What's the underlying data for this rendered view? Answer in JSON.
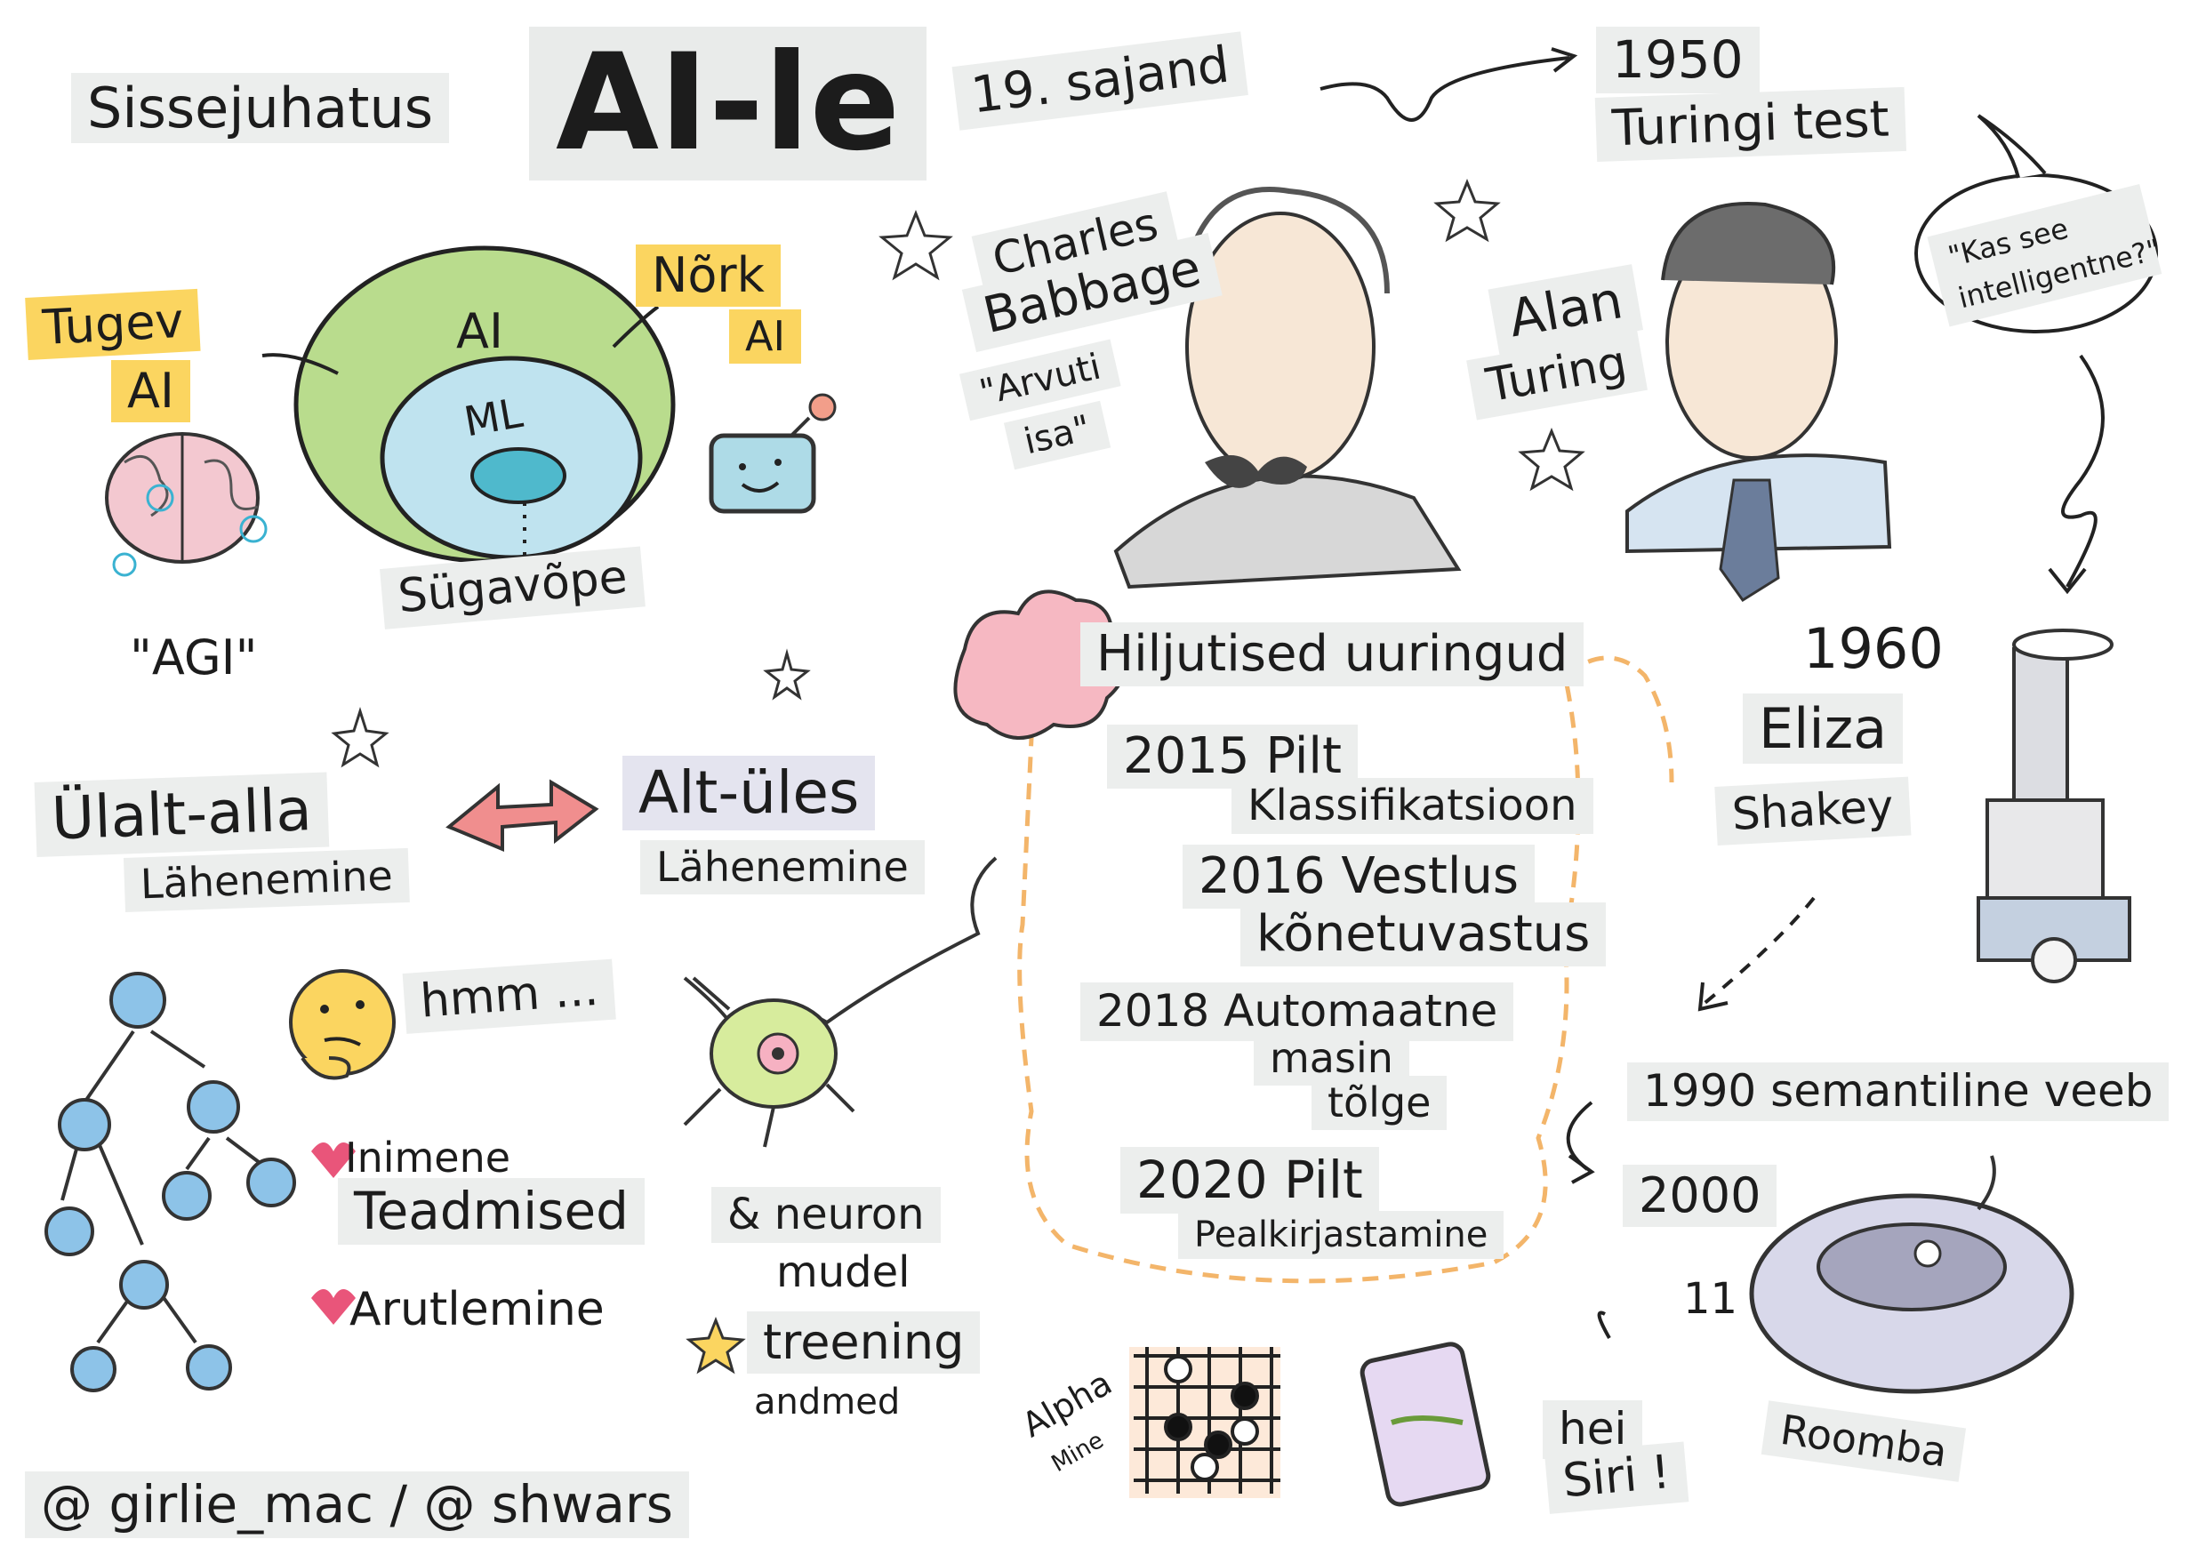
{
  "title": {
    "prefix": "Sissejuhatus",
    "main": "AI-le"
  },
  "ai_types": {
    "strong_1": "Tugev",
    "strong_2": "AI",
    "weak_1": "Nõrk",
    "weak_2": "AI",
    "agi": "\"AGI\""
  },
  "nested_circles": {
    "outer": "AI",
    "middle": "ML",
    "deep": "Sügavõpe"
  },
  "history": {
    "century": "19. sajand",
    "year_1950": "1950",
    "turing_test": "Turingi test",
    "babbage_1": "Charles",
    "babbage_2": "Babbage",
    "babbage_role_1": "\"Arvuti",
    "babbage_role_2": "isa\"",
    "turing_1": "Alan",
    "turing_2": "Turing",
    "speech": "\"Kas see intelligentne?\"",
    "year_1960": "1960",
    "eliza": "Eliza",
    "shakey": "Shakey",
    "semantic_web": "1990 semantiline veeb",
    "year_2000": "2000",
    "roomba": "Roomba",
    "year_2011": "11",
    "siri_1": "hei",
    "siri_2": "Siri !",
    "alpha_1": "Alpha",
    "alpha_2": "Mine"
  },
  "approaches": {
    "top_down_1": "Ülalt-alla",
    "top_down_2": "Lähenemine",
    "bottom_up_1": "Alt-üles",
    "bottom_up_2": "Lähenemine",
    "hmm": "hmm ...",
    "human": "Inimene",
    "knowledge": "Teadmised",
    "reasoning": "Arutlemine",
    "neuron_1": "& neuron",
    "neuron_2": "mudel",
    "training_1": "treening",
    "training_2": "andmed"
  },
  "recent": {
    "heading": "Hiljutised uuringud",
    "items": [
      {
        "l1": "2015 Pilt",
        "l2": "Klassifikatsioon"
      },
      {
        "l1": "2016 Vestlus",
        "l2": "kõnetuvastus"
      },
      {
        "l1": "2018 Automaatne",
        "l2": "masin",
        "l3": "tõlge"
      },
      {
        "l1": "2020 Pilt",
        "l2": "Pealkirjastamine"
      }
    ]
  },
  "credit": "@ girlie_mac / @ shwars",
  "colors": {
    "green": "#a9cf7c",
    "blue": "#9fd4e6",
    "yellow": "#fbd560",
    "pink": "#f4a6b3",
    "node": "#8dc3e8"
  }
}
